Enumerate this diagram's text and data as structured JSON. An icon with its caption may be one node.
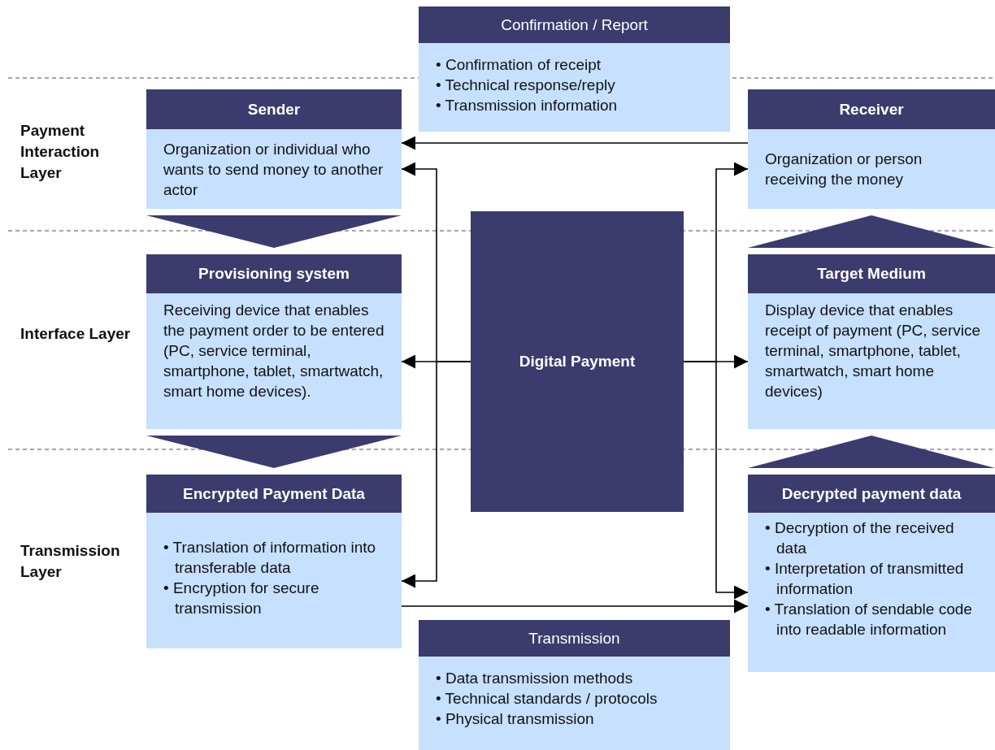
{
  "diagram": {
    "nodes": [
      {
        "text": [
          "Confirmation / Report",
          "• Confirmation of receipt",
          "• Technical response/reply",
          "• Transmission information"
        ]
      },
      {
        "text": [
          "Sender",
          "Organization or individual who wants to send money to another actor"
        ]
      },
      {
        "text": [
          "Receiver",
          "Organization or person receiving the money"
        ]
      },
      {
        "text": [
          "Provisioning system",
          "Receiving device that enables the payment order to be entered (PC, service terminal, smartphone, tablet, smartwatch, smart home devices)."
        ]
      },
      {
        "text": [
          "Digital Payment"
        ]
      },
      {
        "text": [
          "Target Medium",
          "Display device that enables receipt of payment (PC, service terminal, smartphone, tablet, smartwatch, smart home devices)"
        ]
      },
      {
        "text": [
          "Encrypted Payment Data",
          "• Translation of information into transferable data",
          "• Encryption for secure transmission"
        ]
      },
      {
        "text": [
          "Decrypted payment data",
          "• Decryption of the received data",
          "• Interpretation of transmitted information",
          "• Translation of sendable code into readable information"
        ]
      },
      {
        "text": [
          "Transmission",
          "• Data transmission methods",
          "• Technical standards / protocols",
          "• Physical transmission"
        ]
      }
    ],
    "edges": [
      {
        "from": 2,
        "to": 1,
        "arrow": "to"
      },
      {
        "from": 1,
        "to": 3,
        "arrow": "to"
      },
      {
        "from": 3,
        "to": 6,
        "arrow": "to"
      },
      {
        "from": 7,
        "to": 5,
        "arrow": "to"
      },
      {
        "from": 5,
        "to": 2,
        "arrow": "to"
      },
      {
        "from": 4,
        "to": 3,
        "arrow": "to"
      },
      {
        "from": 4,
        "to": 1,
        "arrow": "to"
      },
      {
        "from": 4,
        "to": 6,
        "arrow": "to"
      },
      {
        "from": 4,
        "to": 5,
        "arrow": "to"
      },
      {
        "from": 4,
        "to": 2,
        "arrow": "to"
      },
      {
        "from": 4,
        "to": 7,
        "arrow": "to"
      },
      {
        "from": 6,
        "to": 7,
        "arrow": "to"
      }
    ],
    "labels": [
      "Payment Interaction Layer",
      "Interface Layer",
      "Transmission Layer"
    ]
  }
}
